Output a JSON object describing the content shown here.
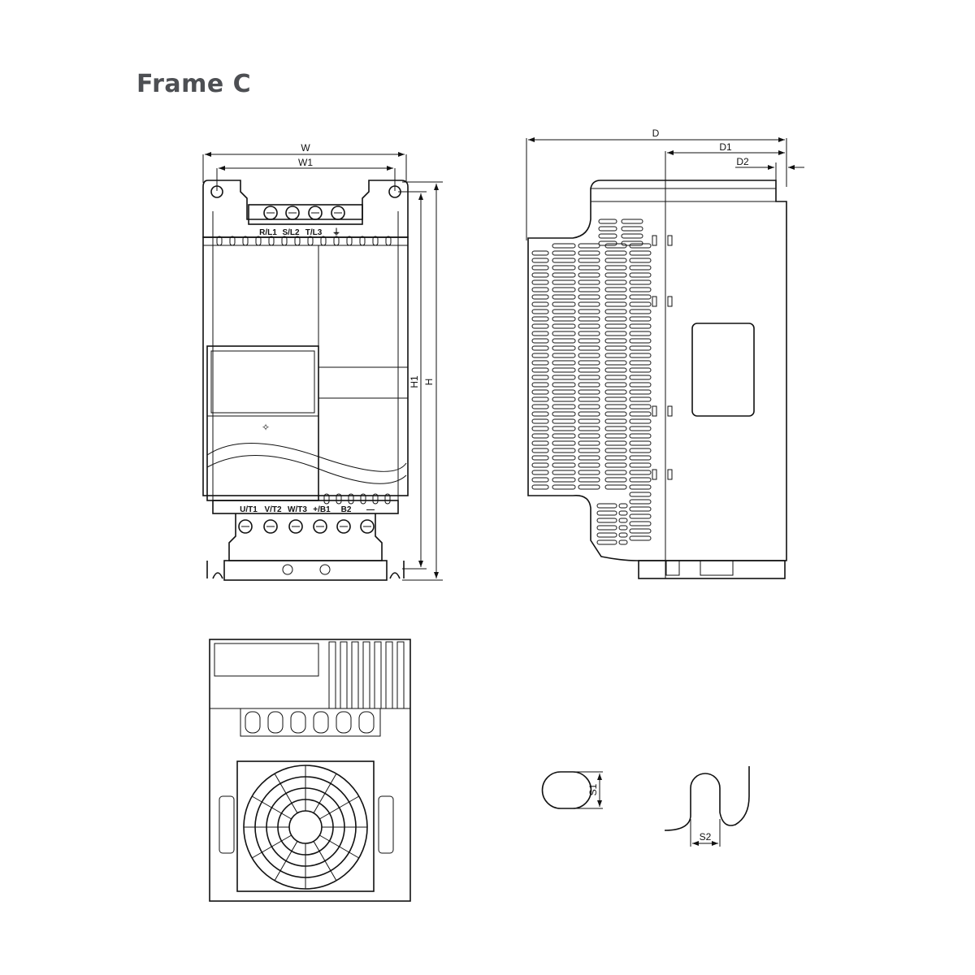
{
  "title": "Frame C",
  "dimensions": {
    "w": "W",
    "w1": "W1",
    "h": "H",
    "h1": "H1",
    "d": "D",
    "d1": "D1",
    "d2": "D2",
    "s1": "S1",
    "s2": "S2"
  },
  "input_terminals": [
    "R/L1",
    "S/L2",
    "T/L3",
    "⏚"
  ],
  "output_terminals": [
    "U/T1",
    "V/T2",
    "W/T3",
    "+/B1",
    "B2",
    "—"
  ],
  "line_color": "#111111",
  "title_color": "#4d4f53"
}
